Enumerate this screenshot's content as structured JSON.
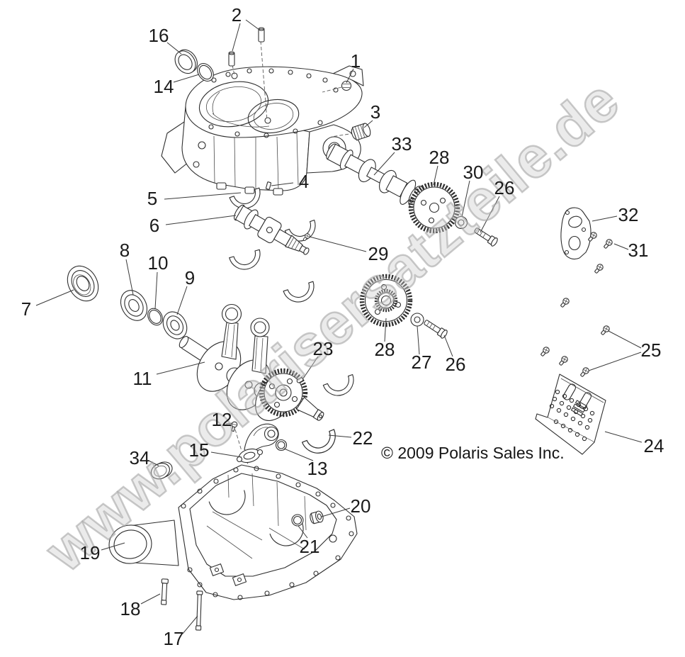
{
  "diagram": {
    "watermark": "www.polarisersatzteile.de",
    "copyright": "© 2009 Polaris Sales Inc."
  },
  "callouts": [
    {
      "label": "1"
    },
    {
      "label": "2"
    },
    {
      "label": "3"
    },
    {
      "label": "4"
    },
    {
      "label": "5"
    },
    {
      "label": "6"
    },
    {
      "label": "7"
    },
    {
      "label": "8"
    },
    {
      "label": "9"
    },
    {
      "label": "10"
    },
    {
      "label": "11"
    },
    {
      "label": "12"
    },
    {
      "label": "13"
    },
    {
      "label": "14"
    },
    {
      "label": "15"
    },
    {
      "label": "16"
    },
    {
      "label": "17"
    },
    {
      "label": "18"
    },
    {
      "label": "19"
    },
    {
      "label": "20"
    },
    {
      "label": "21"
    },
    {
      "label": "22"
    },
    {
      "label": "23"
    },
    {
      "label": "24"
    },
    {
      "label": "25"
    },
    {
      "label": "26"
    },
    {
      "label": "26"
    },
    {
      "label": "27"
    },
    {
      "label": "28"
    },
    {
      "label": "28"
    },
    {
      "label": "29"
    },
    {
      "label": "30"
    },
    {
      "label": "31"
    },
    {
      "label": "32"
    },
    {
      "label": "33"
    },
    {
      "label": "34"
    }
  ]
}
